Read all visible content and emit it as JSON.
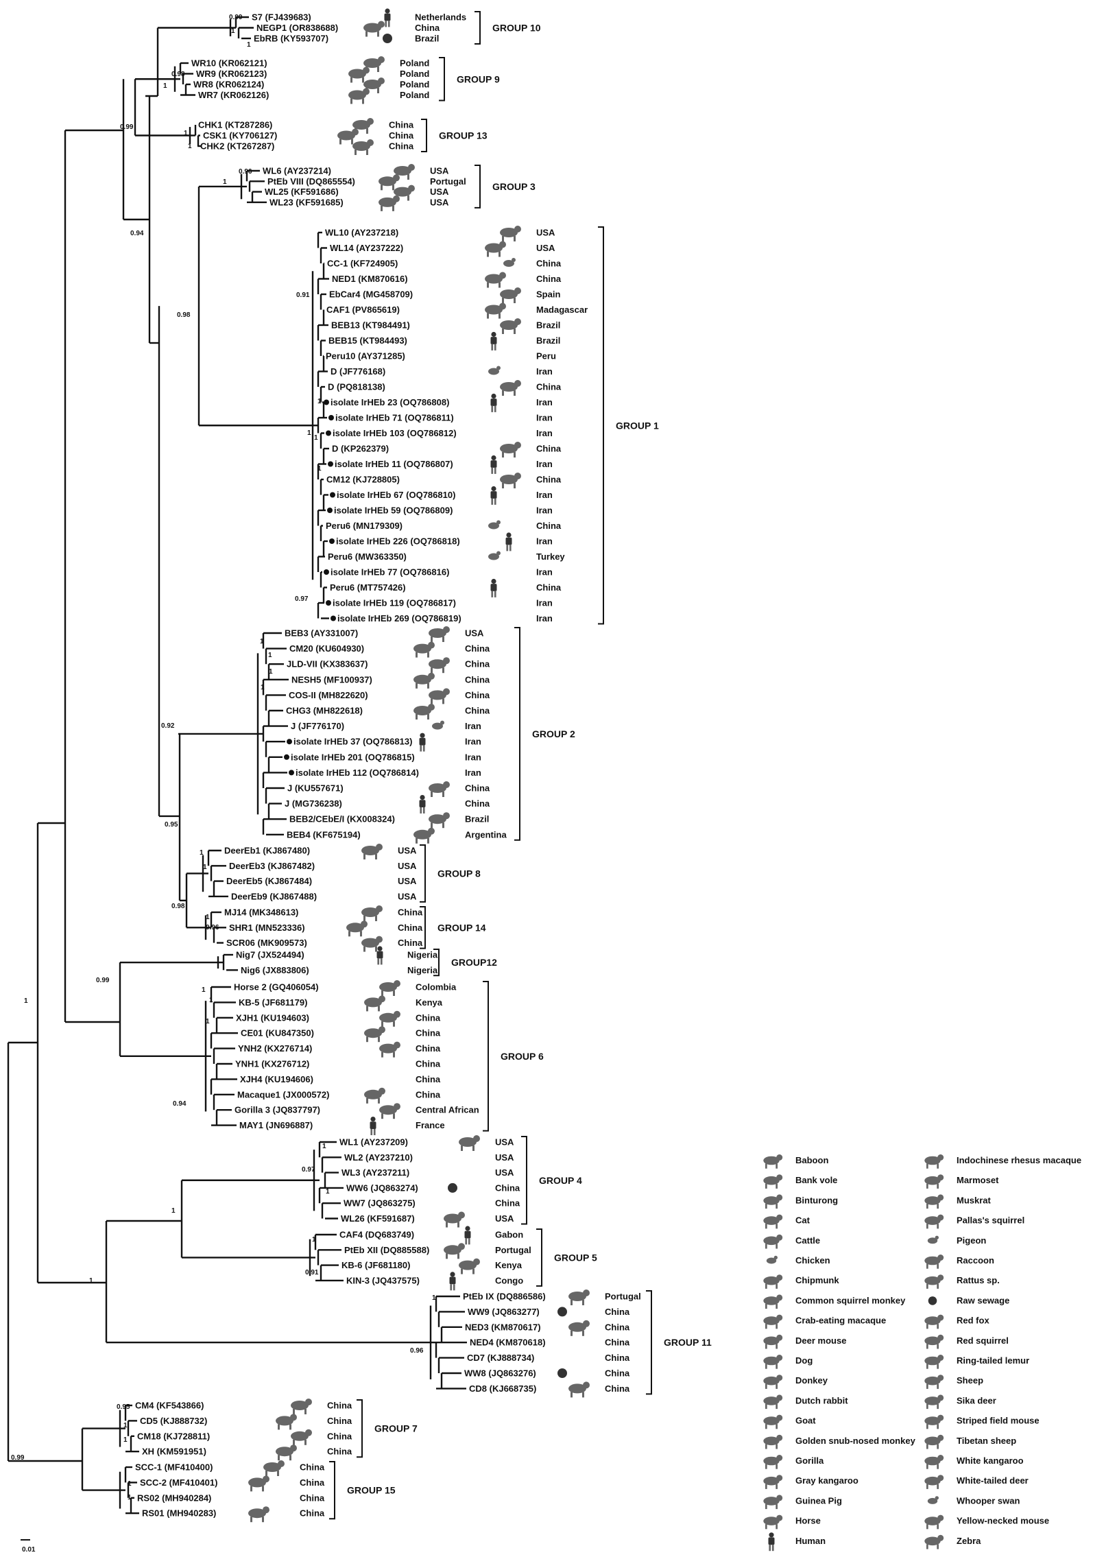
{
  "groups": [
    {
      "label": "GROUP 10",
      "members": [
        {
          "name": "S7 (FJ439683)",
          "country": "Netherlands",
          "icon": "human-icon"
        },
        {
          "name": "NEGP1 (OR838688)",
          "country": "China",
          "icon": "golden-snub-nosed-monkey-icon"
        },
        {
          "name": "EbRB (KY593707)",
          "country": "Brazil",
          "icon": "raw-sewage-icon"
        }
      ]
    },
    {
      "label": "GROUP 9",
      "members": [
        {
          "name": "WR10 (KR062121)",
          "country": "Poland",
          "icon": "rattus-icon"
        },
        {
          "name": "WR9 (KR062123)",
          "country": "Poland",
          "icon": "striped-field-mouse-icon"
        },
        {
          "name": "WR8 (KR062124)",
          "country": "Poland",
          "icon": "bank-vole-icon"
        },
        {
          "name": "WR7 (KR062126)",
          "country": "Poland",
          "icon": "yellow-necked-mouse-icon"
        }
      ]
    },
    {
      "label": "GROUP 13",
      "members": [
        {
          "name": "CHK1 (KT287286)",
          "country": "China",
          "icon": "white-kangaroo-icon"
        },
        {
          "name": "CSK1 (KY706127)",
          "country": "China",
          "icon": "gray-kangaroo-icon"
        },
        {
          "name": "CHK2 (KT267287)",
          "country": "China",
          "icon": "gray-kangaroo-icon"
        }
      ]
    },
    {
      "label": "GROUP 3",
      "members": [
        {
          "name": "WL6 (AY237214)",
          "country": "USA",
          "icon": "muskrat-icon"
        },
        {
          "name": "PtEb VIII (DQ865554)",
          "country": "Portugal",
          "icon": "common-squirrel-monkey-icon"
        },
        {
          "name": "WL25 (KF591686)",
          "country": "USA",
          "icon": "deer-mouse-icon"
        },
        {
          "name": "WL23 (KF591685)",
          "country": "USA",
          "icon": "deer-mouse-icon"
        }
      ]
    },
    {
      "label": "GROUP 1",
      "members": [
        {
          "name": "WL10 (AY237218)",
          "country": "USA",
          "icon": "binturong-icon"
        },
        {
          "name": "WL14 (AY237222)",
          "country": "USA",
          "icon": "binturong-icon"
        },
        {
          "name": "CC-1 (KF724905)",
          "country": "China",
          "icon": "chicken-icon"
        },
        {
          "name": "NED1 (KM870616)",
          "country": "China",
          "icon": "dog-icon"
        },
        {
          "name": "EbCar4 (MG458709)",
          "country": "Spain",
          "icon": "red-fox-icon"
        },
        {
          "name": "CAF1 (PV865619)",
          "country": "Madagascar",
          "icon": "ring-tailed-lemur-icon"
        },
        {
          "name": "BEB13 (KT984491)",
          "country": "Brazil",
          "icon": "cattle-icon"
        },
        {
          "name": "BEB15 (KT984493)",
          "country": "Brazil",
          "icon": "human-icon"
        },
        {
          "name": "Peru10 (AY371285)",
          "country": "Peru",
          "icon": ""
        },
        {
          "name": "D (JF776168)",
          "country": "Iran",
          "icon": "pigeon-icon"
        },
        {
          "name": "D (PQ818138)",
          "country": "China",
          "icon": "zebra-icon"
        },
        {
          "name": "isolate IrHEb 23 (OQ786808)",
          "country": "Iran",
          "icon": "human-icon",
          "marker": true
        },
        {
          "name": "isolate IrHEb 71 (OQ786811)",
          "country": "Iran",
          "icon": "",
          "marker": true
        },
        {
          "name": "isolate IrHEb 103 (OQ786812)",
          "country": "Iran",
          "icon": "",
          "marker": true
        },
        {
          "name": "D (KP262379)",
          "country": "China",
          "icon": "sika-deer-icon"
        },
        {
          "name": "isolate IrHEb 11 (OQ786807)",
          "country": "Iran",
          "icon": "human-icon",
          "marker": true
        },
        {
          "name": "CM12 (KJ728805)",
          "country": "China",
          "icon": "crab-eating-macaque-icon"
        },
        {
          "name": "isolate IrHEb 67 (OQ786810)",
          "country": "Iran",
          "icon": "human-icon",
          "marker": true
        },
        {
          "name": "isolate IrHEb 59 (OQ786809)",
          "country": "Iran",
          "icon": "",
          "marker": true
        },
        {
          "name": "Peru6 (MN179309)",
          "country": "China",
          "icon": "whooper-swan-icon"
        },
        {
          "name": "isolate IrHEb 226 (OQ786818)",
          "country": "Iran",
          "icon": "human-icon",
          "marker": true
        },
        {
          "name": "Peru6 (MW363350)",
          "country": "Turkey",
          "icon": "pigeon-icon"
        },
        {
          "name": "isolate IrHEb 77 (OQ786816)",
          "country": "Iran",
          "icon": "",
          "marker": true
        },
        {
          "name": "Peru6 (MT757426)",
          "country": "China",
          "icon": "human-icon"
        },
        {
          "name": "isolate IrHEb 119 (OQ786817)",
          "country": "Iran",
          "icon": "",
          "marker": true
        },
        {
          "name": "isolate IrHEb 269 (OQ786819)",
          "country": "Iran",
          "icon": "",
          "marker": true
        }
      ]
    },
    {
      "label": "GROUP 2",
      "members": [
        {
          "name": "BEB3 (AY331007)",
          "country": "USA",
          "icon": "cattle-icon"
        },
        {
          "name": "CM20 (KU604930)",
          "country": "China",
          "icon": "crab-eating-macaque-icon"
        },
        {
          "name": "JLD-VII (KX383637)",
          "country": "China",
          "icon": "sika-deer-icon"
        },
        {
          "name": "NESH5 (MF100937)",
          "country": "China",
          "icon": "tibetan-sheep-icon"
        },
        {
          "name": "COS-II (MH822620)",
          "country": "China",
          "icon": "goat-icon"
        },
        {
          "name": "CHG3 (MH822618)",
          "country": "China",
          "icon": "goat-icon"
        },
        {
          "name": "J (JF776170)",
          "country": "Iran",
          "icon": "pigeon-icon"
        },
        {
          "name": "isolate IrHEb 37 (OQ786813)",
          "country": "Iran",
          "icon": "human-icon",
          "marker": true
        },
        {
          "name": "isolate IrHEb 201 (OQ786815)",
          "country": "Iran",
          "icon": "",
          "marker": true
        },
        {
          "name": "isolate IrHEb 112 (OQ786814)",
          "country": "Iran",
          "icon": "",
          "marker": true
        },
        {
          "name": "J (KU557671)",
          "country": "China",
          "icon": "donkey-icon"
        },
        {
          "name": "J (MG736238)",
          "country": "China",
          "icon": "human-icon"
        },
        {
          "name": "BEB2/CEbE/I (KX008324)",
          "country": "Brazil",
          "icon": "sheep-icon"
        },
        {
          "name": "BEB4 (KF675194)",
          "country": "Argentina",
          "icon": "cattle-icon"
        }
      ]
    },
    {
      "label": "GROUP 8",
      "members": [
        {
          "name": "DeerEb1 (KJ867480)",
          "country": "USA",
          "icon": "white-tailed-deer-icon"
        },
        {
          "name": "DeerEb3 (KJ867482)",
          "country": "USA",
          "icon": ""
        },
        {
          "name": "DeerEb5 (KJ867484)",
          "country": "USA",
          "icon": ""
        },
        {
          "name": "DeerEb9 (KJ867488)",
          "country": "USA",
          "icon": ""
        }
      ]
    },
    {
      "label": "GROUP 14",
      "members": [
        {
          "name": "MJ14 (MK348613)",
          "country": "China",
          "icon": "marmoset-icon"
        },
        {
          "name": "SHR1 (MN523336)",
          "country": "China",
          "icon": "rattus-icon"
        },
        {
          "name": "SCR06 (MK909573)",
          "country": "China",
          "icon": "dutch-rabbit-icon"
        }
      ]
    },
    {
      "label": "GROUP12",
      "members": [
        {
          "name": "Nig7 (JX524494)",
          "country": "Nigeria",
          "icon": "human-icon"
        },
        {
          "name": "Nig6 (JX883806)",
          "country": "Nigeria",
          "icon": ""
        }
      ]
    },
    {
      "label": "GROUP 6",
      "members": [
        {
          "name": "Horse 2 (GQ406054)",
          "country": "Colombia",
          "icon": "horse-icon"
        },
        {
          "name": "KB-5 (JF681179)",
          "country": "Kenya",
          "icon": "baboon-icon"
        },
        {
          "name": "XJH1 (KU194603)",
          "country": "China",
          "icon": "horse-icon"
        },
        {
          "name": "CE01 (KU847350)",
          "country": "China",
          "icon": "pallas-squirrel-icon"
        },
        {
          "name": "YNH2 (KX276714)",
          "country": "China",
          "icon": "horse-icon"
        },
        {
          "name": "YNH1 (KX276712)",
          "country": "China",
          "icon": ""
        },
        {
          "name": "XJH4 (KU194606)",
          "country": "China",
          "icon": ""
        },
        {
          "name": "Macaque1 (JX000572)",
          "country": "China",
          "icon": "indochinese-rhesus-macaque-icon"
        },
        {
          "name": "Gorilla 3 (JQ837797)",
          "country": "Central African",
          "icon": "gorilla-icon"
        },
        {
          "name": "MAY1 (JN696887)",
          "country": "France",
          "icon": "human-icon"
        }
      ]
    },
    {
      "label": "GROUP 4",
      "members": [
        {
          "name": "WL1 (AY237209)",
          "country": "USA",
          "icon": "raccoon-icon"
        },
        {
          "name": "WL2 (AY237210)",
          "country": "USA",
          "icon": ""
        },
        {
          "name": "WL3 (AY237211)",
          "country": "USA",
          "icon": ""
        },
        {
          "name": "WW6 (JQ863274)",
          "country": "China",
          "icon": "raw-sewage-icon"
        },
        {
          "name": "WW7 (JQ863275)",
          "country": "China",
          "icon": ""
        },
        {
          "name": "WL26 (KF591687)",
          "country": "USA",
          "icon": "raccoon-icon"
        }
      ]
    },
    {
      "label": "GROUP 5",
      "members": [
        {
          "name": "CAF4 (DQ683749)",
          "country": "Gabon",
          "icon": "human-icon"
        },
        {
          "name": "PtEb XII (DQ885588)",
          "country": "Portugal",
          "icon": "raccoon-icon"
        },
        {
          "name": "KB-6 (JF681180)",
          "country": "Kenya",
          "icon": "baboon-icon"
        },
        {
          "name": "KIN-3 (JQ437575)",
          "country": "Congo",
          "icon": "human-icon"
        }
      ]
    },
    {
      "label": "GROUP 11",
      "members": [
        {
          "name": "PtEb IX (DQ886586)",
          "country": "Portugal",
          "icon": "dog-icon"
        },
        {
          "name": "WW9 (JQ863277)",
          "country": "China",
          "icon": "raw-sewage-icon"
        },
        {
          "name": "NED3 (KM870617)",
          "country": "China",
          "icon": "dog-icon"
        },
        {
          "name": "NED4 (KM870618)",
          "country": "China",
          "icon": ""
        },
        {
          "name": "CD7 (KJ888734)",
          "country": "China",
          "icon": ""
        },
        {
          "name": "WW8 (JQ863276)",
          "country": "China",
          "icon": "raw-sewage-icon"
        },
        {
          "name": "CD8 (KJ668735)",
          "country": "China",
          "icon": "dog-icon"
        }
      ]
    },
    {
      "label": "GROUP 7",
      "members": [
        {
          "name": "CM4 (KF543866)",
          "country": "China",
          "icon": "crab-eating-macaque-icon"
        },
        {
          "name": "CD5 (KJ888732)",
          "country": "China",
          "icon": "dog-icon"
        },
        {
          "name": "CM18 (KJ728811)",
          "country": "China",
          "icon": "red-squirrel-icon"
        },
        {
          "name": "XH (KM591951)",
          "country": "China",
          "icon": "chipmunk-icon"
        }
      ]
    },
    {
      "label": "GROUP 15",
      "members": [
        {
          "name": "SCC-1 (MF410400)",
          "country": "China",
          "icon": "red-squirrel-icon"
        },
        {
          "name": "SCC-2 (MF410401)",
          "country": "China",
          "icon": "red-squirrel-icon"
        },
        {
          "name": "RS02 (MH940284)",
          "country": "China",
          "icon": ""
        },
        {
          "name": "RS01 (MH940283)",
          "country": "China",
          "icon": "red-squirrel-icon"
        }
      ]
    }
  ],
  "support_values": [
    "0.99",
    "1",
    "1",
    "0.98",
    "1",
    "0.99",
    "1",
    "1",
    "0.96",
    "1",
    "0.94",
    "0.98",
    "0.91",
    "1",
    "1",
    "1",
    "1",
    "0.97",
    "1",
    "1",
    "1",
    "1",
    "0.92",
    "0.95",
    "0.98",
    "1",
    "1",
    "1",
    "0.96",
    "1",
    "1",
    "1",
    "0.94",
    "0.99",
    "1",
    "0.97",
    "1",
    "1",
    "0.91",
    "1",
    "0.96",
    "1",
    "1",
    "0.95",
    "1",
    "1",
    "0.99",
    "1",
    "1",
    "1"
  ],
  "scale_bar": {
    "label": "0.01"
  },
  "legend": {
    "left": [
      {
        "label": "Baboon",
        "icon": "baboon-icon"
      },
      {
        "label": "Bank vole",
        "icon": "bank-vole-icon"
      },
      {
        "label": "Binturong",
        "icon": "binturong-icon"
      },
      {
        "label": "Cat",
        "icon": "cat-icon"
      },
      {
        "label": "Cattle",
        "icon": "cattle-icon"
      },
      {
        "label": "Chicken",
        "icon": "chicken-icon"
      },
      {
        "label": "Chipmunk",
        "icon": "chipmunk-icon"
      },
      {
        "label": "Common squirrel monkey",
        "icon": "common-squirrel-monkey-icon"
      },
      {
        "label": "Crab-eating macaque",
        "icon": "crab-eating-macaque-icon"
      },
      {
        "label": "Deer mouse",
        "icon": "deer-mouse-icon"
      },
      {
        "label": "Dog",
        "icon": "dog-icon"
      },
      {
        "label": "Donkey",
        "icon": "donkey-icon"
      },
      {
        "label": "Dutch rabbit",
        "icon": "dutch-rabbit-icon"
      },
      {
        "label": "Goat",
        "icon": "goat-icon"
      },
      {
        "label": "Golden snub-nosed monkey",
        "icon": "golden-snub-nosed-monkey-icon"
      },
      {
        "label": "Gorilla",
        "icon": "gorilla-icon"
      },
      {
        "label": "Gray kangaroo",
        "icon": "gray-kangaroo-icon"
      },
      {
        "label": "Guinea Pig",
        "icon": "guinea-pig-icon"
      },
      {
        "label": "Horse",
        "icon": "horse-icon"
      },
      {
        "label": "Human",
        "icon": "human-icon"
      }
    ],
    "right": [
      {
        "label": "Indochinese rhesus macaque",
        "icon": "indochinese-rhesus-macaque-icon"
      },
      {
        "label": "Marmoset",
        "icon": "marmoset-icon"
      },
      {
        "label": "Muskrat",
        "icon": "muskrat-icon"
      },
      {
        "label": "Pallas's squirrel",
        "icon": "pallas-squirrel-icon"
      },
      {
        "label": "Pigeon",
        "icon": "pigeon-icon"
      },
      {
        "label": "Raccoon",
        "icon": "raccoon-icon"
      },
      {
        "label": "Rattus sp.",
        "icon": "rattus-icon"
      },
      {
        "label": "Raw sewage",
        "icon": "raw-sewage-icon"
      },
      {
        "label": "Red fox",
        "icon": "red-fox-icon"
      },
      {
        "label": "Red squirrel",
        "icon": "red-squirrel-icon"
      },
      {
        "label": "Ring-tailed lemur",
        "icon": "ring-tailed-lemur-icon"
      },
      {
        "label": "Sheep",
        "icon": "sheep-icon"
      },
      {
        "label": "Sika deer",
        "icon": "sika-deer-icon"
      },
      {
        "label": "Striped field mouse",
        "icon": "striped-field-mouse-icon"
      },
      {
        "label": "Tibetan sheep",
        "icon": "tibetan-sheep-icon"
      },
      {
        "label": "White kangaroo",
        "icon": "white-kangaroo-icon"
      },
      {
        "label": "White-tailed deer",
        "icon": "white-tailed-deer-icon"
      },
      {
        "label": "Whooper swan",
        "icon": "whooper-swan-icon"
      },
      {
        "label": "Yellow-necked mouse",
        "icon": "yellow-necked-mouse-icon"
      },
      {
        "label": "Zebra",
        "icon": "zebra-icon"
      }
    ]
  }
}
